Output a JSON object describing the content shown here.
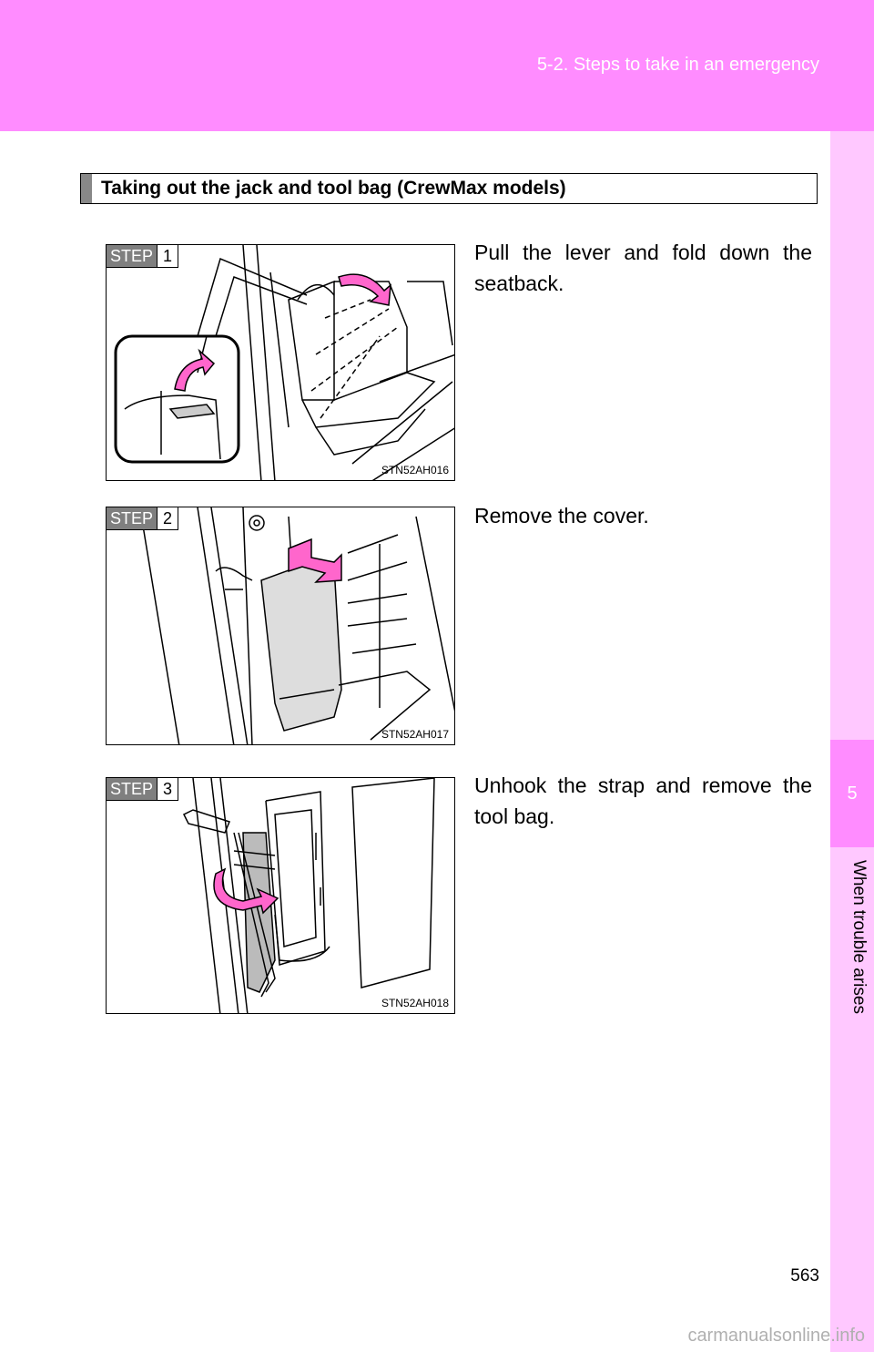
{
  "header": {
    "chapter_section": "5-2. Steps to take in an emergency"
  },
  "side_tab": {
    "number": "5",
    "label": "When trouble arises"
  },
  "section": {
    "title": "Taking out the jack and tool bag (CrewMax models)"
  },
  "steps": [
    {
      "step_label": "STEP",
      "step_number": "1",
      "figure_code": "STN52AH016",
      "text": "Pull the lever and fold down the seatback."
    },
    {
      "step_label": "STEP",
      "step_number": "2",
      "figure_code": "STN52AH017",
      "text": "Remove the cover."
    },
    {
      "step_label": "STEP",
      "step_number": "3",
      "figure_code": "STN52AH018",
      "text": "Unhook the strap and remove the tool bag."
    }
  ],
  "page_number": "563",
  "watermark": "carmanualsonline.info",
  "colors": {
    "header": "#ff8cff",
    "side_tab": "#ffc8ff",
    "arrow": "#ff66cc"
  }
}
